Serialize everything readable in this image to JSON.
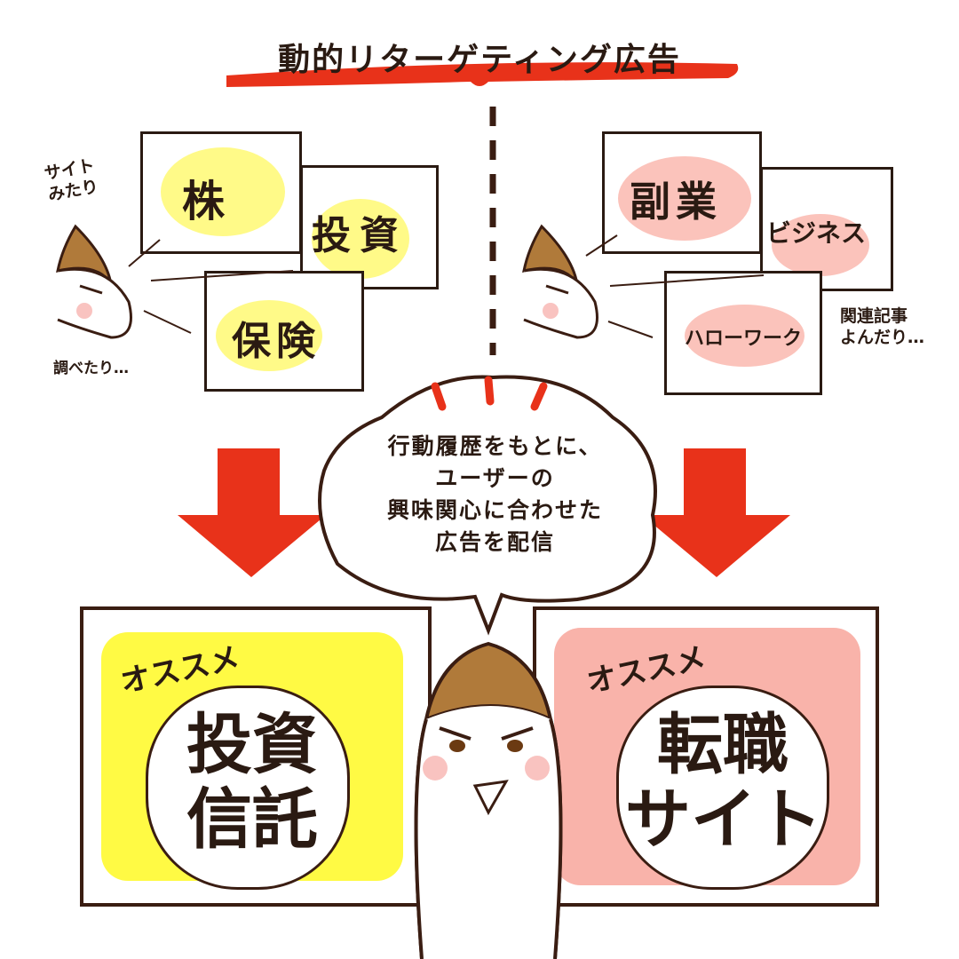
{
  "title": "動的リターゲティング広告",
  "colors": {
    "red": "#e8321a",
    "yellow": "#fffa55",
    "pink": "#f9b3aa",
    "outline": "#3a1d12"
  },
  "left": {
    "note_top": "サイト\nみたり",
    "note_bottom": "調べたり…",
    "cards": [
      "株",
      "投資",
      "保険"
    ]
  },
  "right": {
    "note": "関連記事\nよんだり…",
    "cards": [
      "副業",
      "ビジネス",
      "ハローワーク"
    ]
  },
  "bubble": {
    "text": "行動履歴をもとに、\nユーザーの\n興味関心に合わせた\n広告を配信"
  },
  "ads": [
    {
      "label": "オススメ",
      "text": "投資\n信託"
    },
    {
      "label": "オススメ",
      "text": "転職\nサイト"
    }
  ]
}
